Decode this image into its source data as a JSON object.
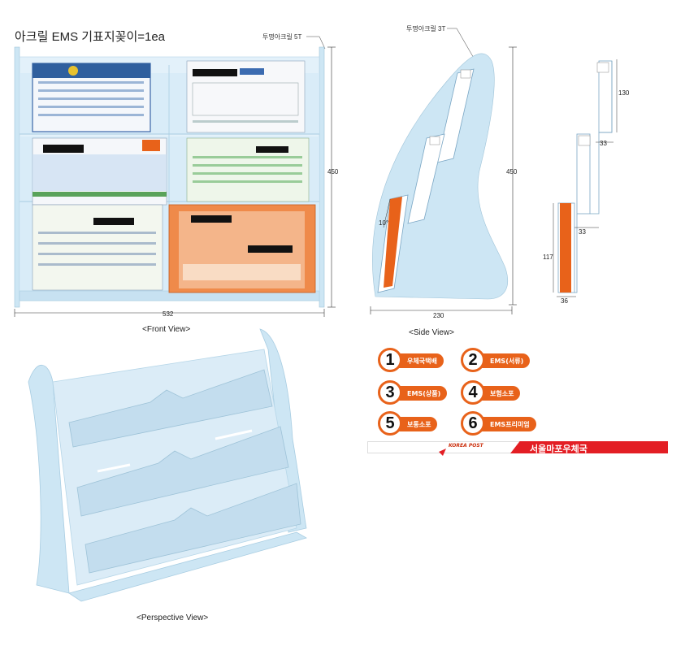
{
  "title": "아크릴 EMS 기표지꽂이=1ea",
  "front_view": {
    "label": "<Front View>",
    "material_note": "투명아크릴 5T",
    "width_dim": "532",
    "height_dim": "450"
  },
  "side_view": {
    "label": "<Side View>",
    "material_note": "투명아크릴 3T",
    "width_dim": "230",
    "height_dim": "450",
    "angle_dim": "10°"
  },
  "detail_view": {
    "dim_130": "130",
    "dim_33_top": "33",
    "dim_33_mid": "33",
    "dim_117": "117",
    "dim_36": "36"
  },
  "perspective_view": {
    "label": "<Perspective View>"
  },
  "legend": [
    {
      "num": "1",
      "label": "우체국택배"
    },
    {
      "num": "2",
      "label": "EMS(서류)"
    },
    {
      "num": "3",
      "label": "EMS(상품)"
    },
    {
      "num": "4",
      "label": "보험소포"
    },
    {
      "num": "5",
      "label": "보통소포"
    },
    {
      "num": "6",
      "label": "EMS프리미엄"
    }
  ],
  "banner": {
    "logo": "KOREA POST",
    "office": "서울마포우체국"
  },
  "colors": {
    "accent": "#e8621a",
    "acrylic": "#cde6f4",
    "banner_red": "#e31e24"
  }
}
